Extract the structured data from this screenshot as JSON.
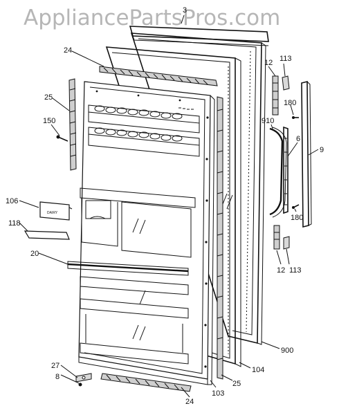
{
  "watermark": "AppliancePartsPros.com",
  "tray_label": "DAIRY",
  "callouts": {
    "c3": "3",
    "c24_top": "24",
    "c25_left": "25",
    "c150": "150",
    "c106": "106",
    "c118": "118",
    "c20": "20",
    "c27": "27",
    "c8": "8",
    "c24_bottom": "24",
    "c103": "103",
    "c25_bottom": "25",
    "c104": "104",
    "c900": "900",
    "c12_top": "12",
    "c113_top": "113",
    "c180_top": "180",
    "c910": "910",
    "c6": "6",
    "c9": "9",
    "c180_bottom": "180",
    "c12_bottom": "12",
    "c113_bottom": "113"
  }
}
